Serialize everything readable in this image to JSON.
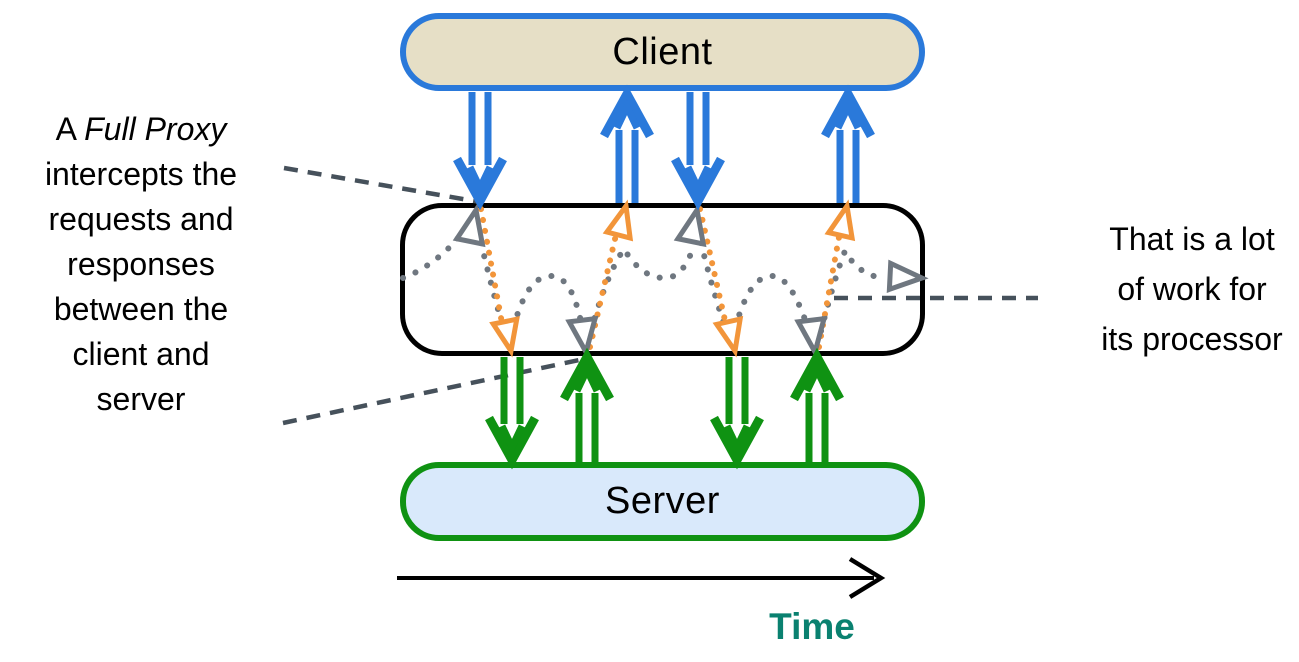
{
  "diagram": {
    "client_label": "Client",
    "server_label": "Server",
    "time_axis_label": "Time",
    "annotations": {
      "left": {
        "line1_prefix": "A ",
        "line1_italic": "Full Proxy",
        "lines": [
          "intercepts the",
          "requests and",
          "responses",
          "between the",
          "client and",
          "server"
        ]
      },
      "right": {
        "lines": [
          "That is a lot",
          "of work for",
          "its processor"
        ]
      }
    },
    "colors": {
      "client_box_fill": "#e6dfc6",
      "client_arrow_blue": "#2a79da",
      "server_box_fill": "#d9e9fb",
      "server_arrow_green": "#0f9212",
      "proxy_border_black": "#000000",
      "proxy_flow_orange": "#f2953a",
      "processor_path_gray": "#6f7780",
      "annotation_dash_gray": "#46515b",
      "time_label_teal": "#0a8170",
      "time_axis_black": "#000000"
    }
  }
}
